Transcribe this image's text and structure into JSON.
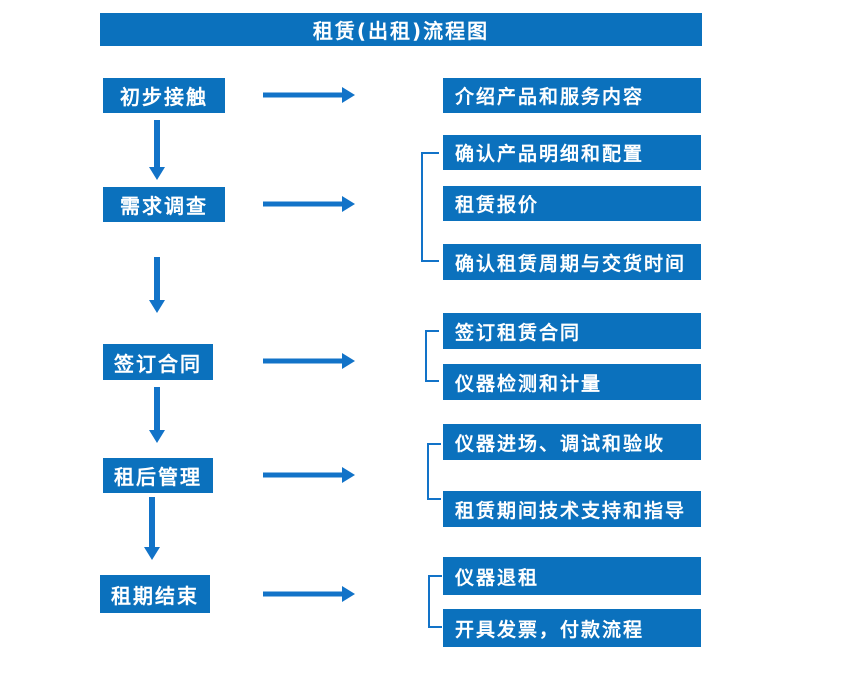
{
  "title": "租赁(出租)流程图",
  "colors": {
    "box_blue": "#0b71bd",
    "arrow_blue": "#1273c8",
    "text_white": "#ffffff"
  },
  "steps": [
    {
      "label": "初步接触",
      "details": [
        "介绍产品和服务内容"
      ]
    },
    {
      "label": "需求调查",
      "details": [
        "确认产品明细和配置",
        "租赁报价",
        "确认租赁周期与交货时间"
      ]
    },
    {
      "label": "签订合同",
      "details": [
        "签订租赁合同",
        "仪器检测和计量"
      ]
    },
    {
      "label": "租后管理",
      "details": [
        "仪器进场、调试和验收",
        "租赁期间技术支持和指导"
      ]
    },
    {
      "label": "租期结束",
      "details": [
        "仪器退租",
        "开具发票，付款流程"
      ]
    }
  ]
}
